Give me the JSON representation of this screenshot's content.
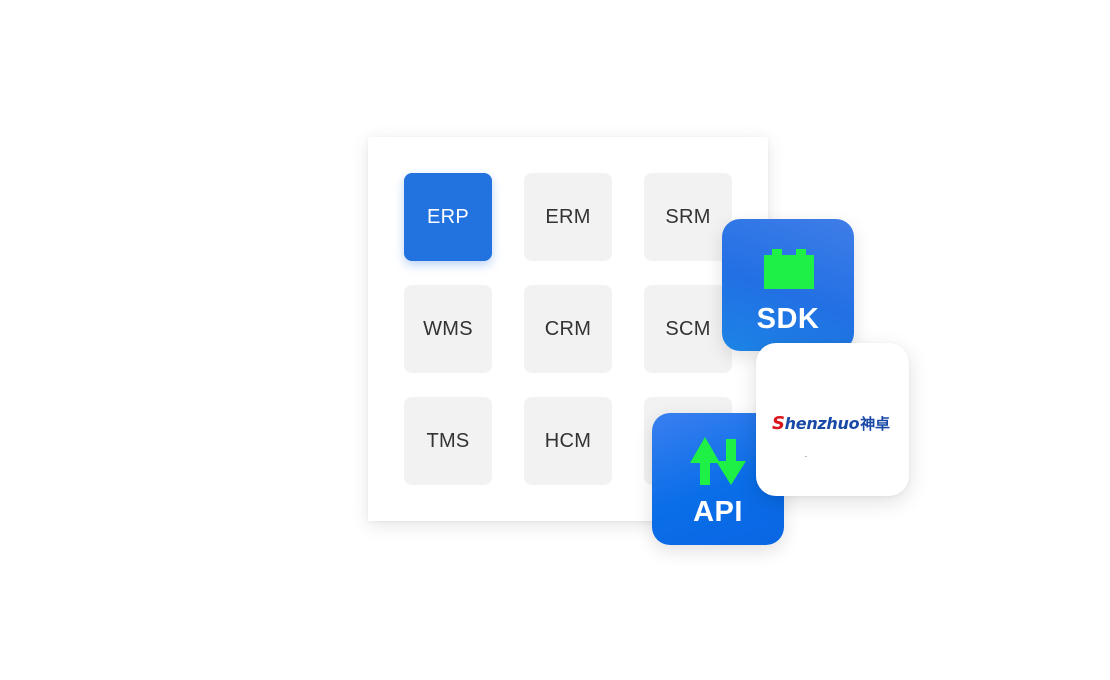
{
  "modules": [
    "ERP",
    "ERM",
    "SRM",
    "WMS",
    "CRM",
    "SCM",
    "TMS",
    "HCM",
    ""
  ],
  "active_module": "ERP",
  "badges": {
    "sdk": "SDK",
    "api": "API"
  },
  "logo": {
    "initial": "S",
    "rest": "henzhuo",
    "chinese": "神卓"
  },
  "colors": {
    "active_tile": "#2272e0",
    "tile_bg": "#f2f2f2",
    "badge_blue": "#2272e0",
    "icon_green": "#1ef045",
    "logo_red": "#d9141b",
    "logo_blue": "#1a4aa8"
  },
  "icons": {
    "sdk": "building-block-icon",
    "api": "up-down-arrows-icon"
  }
}
